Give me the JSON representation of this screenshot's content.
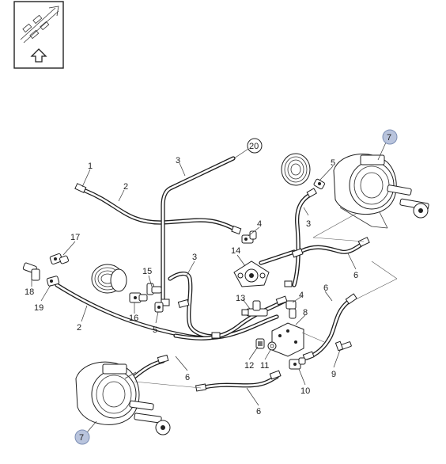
{
  "orientation_icon": {
    "name": "front-direction-arrow-icon"
  },
  "callouts": [
    {
      "id": "c1",
      "text": "1"
    },
    {
      "id": "c2a",
      "text": "2"
    },
    {
      "id": "c2b",
      "text": "2"
    },
    {
      "id": "c3a",
      "text": "3"
    },
    {
      "id": "c3b",
      "text": "3"
    },
    {
      "id": "c3c",
      "text": "3"
    },
    {
      "id": "c4a",
      "text": "4"
    },
    {
      "id": "c4b",
      "text": "4"
    },
    {
      "id": "c5a",
      "text": "5"
    },
    {
      "id": "c5b",
      "text": "5"
    },
    {
      "id": "c6a",
      "text": "6"
    },
    {
      "id": "c6b",
      "text": "6"
    },
    {
      "id": "c6c",
      "text": "6"
    },
    {
      "id": "c6d",
      "text": "6"
    },
    {
      "id": "c7a",
      "text": "7"
    },
    {
      "id": "c7b",
      "text": "7"
    },
    {
      "id": "c8",
      "text": "8"
    },
    {
      "id": "c9",
      "text": "9"
    },
    {
      "id": "c10",
      "text": "10"
    },
    {
      "id": "c11",
      "text": "11"
    },
    {
      "id": "c12",
      "text": "12"
    },
    {
      "id": "c13",
      "text": "13"
    },
    {
      "id": "c14",
      "text": "14"
    },
    {
      "id": "c15",
      "text": "15"
    },
    {
      "id": "c16",
      "text": "16"
    },
    {
      "id": "c17",
      "text": "17"
    },
    {
      "id": "c18",
      "text": "18"
    },
    {
      "id": "c19",
      "text": "19"
    },
    {
      "id": "c20",
      "text": "20"
    }
  ],
  "colors": {
    "line": "#1e1e1e",
    "highlight_fill": "#b9c4dd",
    "highlight_stroke": "#7d8fb5"
  }
}
